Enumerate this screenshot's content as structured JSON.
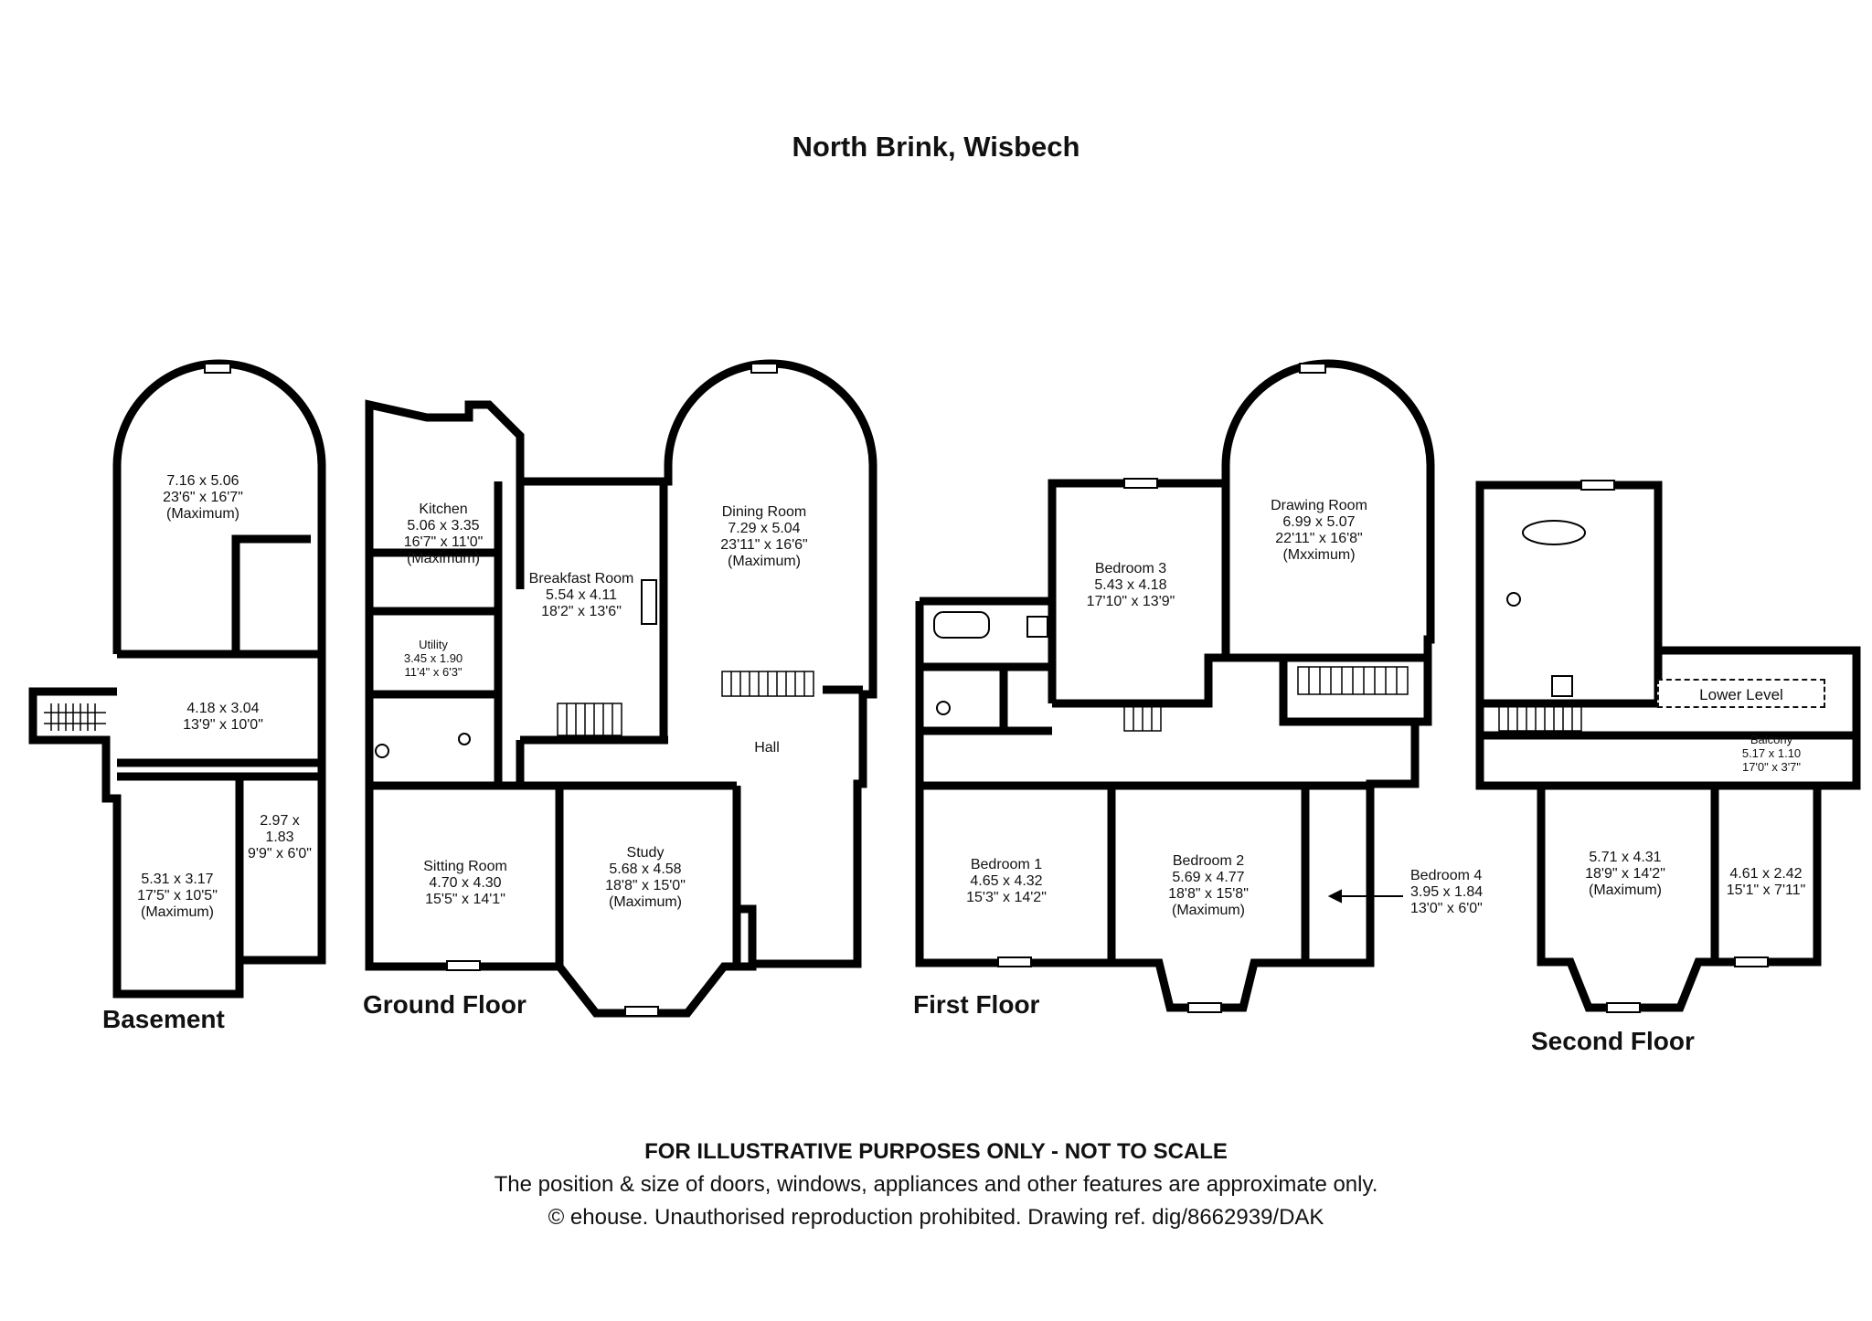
{
  "title": "North Brink, Wisbech",
  "floors": {
    "basement": {
      "label": "Basement",
      "rooms": [
        {
          "lines": [
            "7.16 x 5.06",
            "23'6\" x 16'7\"",
            "(Maximum)"
          ]
        },
        {
          "lines": [
            "4.18 x 3.04",
            "13'9\" x 10'0\""
          ]
        },
        {
          "lines": [
            "5.31 x 3.17",
            "17'5\" x 10'5\"",
            "(Maximum)"
          ]
        },
        {
          "lines": [
            "2.97 x",
            "1.83",
            "9'9\" x 6'0\""
          ]
        }
      ]
    },
    "ground": {
      "label": "Ground Floor",
      "rooms": [
        {
          "name": "Kitchen",
          "lines": [
            "5.06 x 3.35",
            "16'7\" x 11'0\"",
            "(Maximum)"
          ]
        },
        {
          "name": "Breakfast Room",
          "lines": [
            "5.54 x 4.11",
            "18'2\" x 13'6\""
          ]
        },
        {
          "name": "Dining Room",
          "lines": [
            "7.29 x 5.04",
            "23'11\" x 16'6\"",
            "(Maximum)"
          ]
        },
        {
          "name": "Utility",
          "lines": [
            "3.45 x 1.90",
            "11'4\" x 6'3\""
          ]
        },
        {
          "name": "Hall",
          "lines": []
        },
        {
          "name": "Sitting Room",
          "lines": [
            "4.70 x 4.30",
            "15'5\" x 14'1\""
          ]
        },
        {
          "name": "Study",
          "lines": [
            "5.68 x 4.58",
            "18'8\" x 15'0\"",
            "(Maximum)"
          ]
        }
      ]
    },
    "first": {
      "label": "First Floor",
      "rooms": [
        {
          "name": "Bedroom 3",
          "lines": [
            "5.43 x 4.18",
            "17'10\" x 13'9\""
          ]
        },
        {
          "name": "Drawing Room",
          "lines": [
            "6.99 x 5.07",
            "22'11\" x 16'8\"",
            "(Mxximum)"
          ]
        },
        {
          "name": "Bedroom 1",
          "lines": [
            "4.65 x 4.32",
            "15'3\" x 14'2\""
          ]
        },
        {
          "name": "Bedroom 2",
          "lines": [
            "5.69 x 4.77",
            "18'8\" x 15'8\"",
            "(Maximum)"
          ]
        },
        {
          "name": "Bedroom 4",
          "lines": [
            "3.95 x 1.84",
            "13'0\" x 6'0\""
          ]
        }
      ]
    },
    "second": {
      "label": "Second Floor",
      "lower_level": "Lower Level",
      "rooms": [
        {
          "name": "Balcony",
          "lines": [
            "5.17 x 1.10",
            "17'0\" x 3'7\""
          ]
        },
        {
          "lines": [
            "5.71 x 4.31",
            "18'9\" x 14'2\"",
            "(Maximum)"
          ]
        },
        {
          "lines": [
            "4.61 x 2.42",
            "15'1\" x 7'11\""
          ]
        }
      ]
    }
  },
  "footer": {
    "line1": "FOR ILLUSTRATIVE PURPOSES ONLY - NOT TO SCALE",
    "line2": "The position & size of doors, windows, appliances and other features are approximate only.",
    "line3": "© ehouse. Unauthorised reproduction prohibited. Drawing ref. dig/8662939/DAK"
  },
  "colors": {
    "wall": "#000000",
    "background": "#ffffff"
  }
}
